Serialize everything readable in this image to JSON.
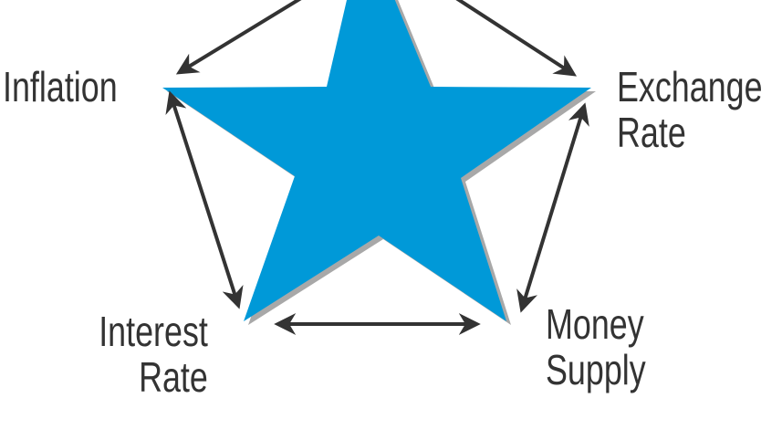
{
  "labels": {
    "inflation": "Inflation",
    "exchange_rate_1": "Exchange",
    "exchange_rate_2": "Rate",
    "interest_rate_1": "Interest",
    "interest_rate_2": "Rate",
    "money_supply_1": "Money",
    "money_supply_2": "Supply"
  },
  "colors": {
    "star": "#0099d8",
    "shadow": "#a8a8a8",
    "arrow": "#333333",
    "text": "#333333"
  }
}
